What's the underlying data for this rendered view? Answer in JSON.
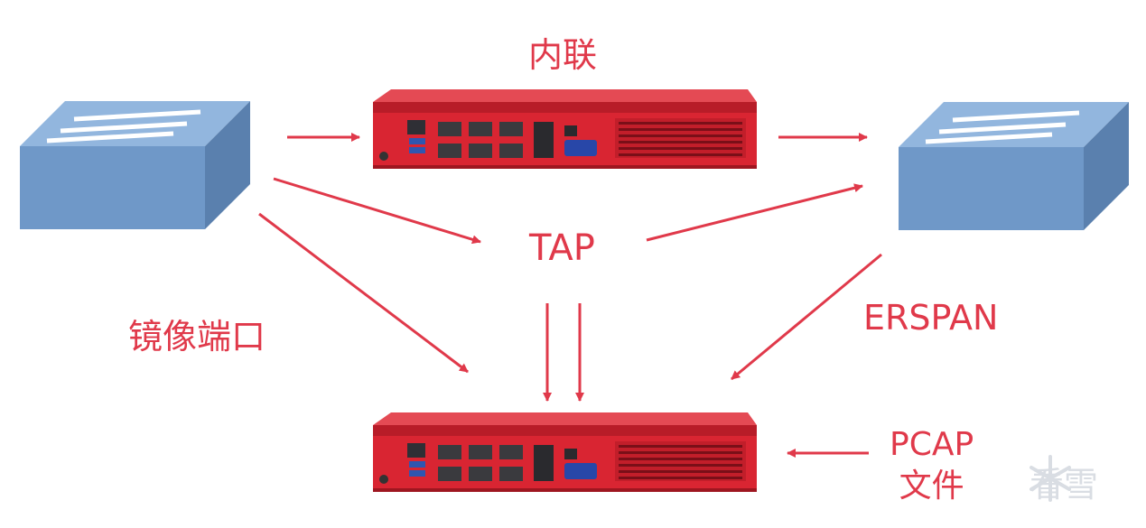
{
  "labels": {
    "inline": "内联",
    "tap": "TAP",
    "mirror_port": "镜像端口",
    "erspan": "ERSPAN",
    "pcap_line1": "PCAP",
    "pcap_line2": "文件"
  },
  "watermark": {
    "text": "看雪"
  },
  "colors": {
    "accent": "#e0394a",
    "appliance": "#d92532",
    "switch_front": "#6f98c8",
    "switch_top": "#92b6de",
    "switch_side": "#5a80ae"
  }
}
